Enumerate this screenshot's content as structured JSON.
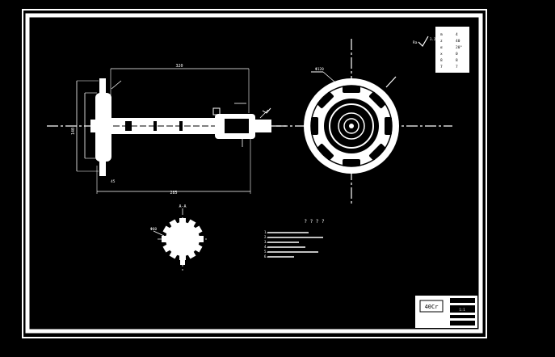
{
  "title_block": {
    "code": "40Cr",
    "scale": "1:1"
  },
  "dims": {
    "top_length": "320",
    "bottom_length": "285",
    "flange_height": "140",
    "end_note": "45",
    "section_label": "A-A",
    "section_dia": "Φ60",
    "pcd_leader": "Φ120"
  },
  "roughness": {
    "symbol": "Ra",
    "value": "3.2"
  },
  "notes": {
    "heading": "? ? ? ?",
    "lines": [
      "1.",
      "2.",
      "3.",
      "4.",
      "5.",
      "6."
    ]
  },
  "params": {
    "rows": [
      [
        "m",
        "4"
      ],
      [
        "z",
        "40"
      ],
      [
        "α",
        "20°"
      ],
      [
        "x",
        "0"
      ],
      [
        "8",
        "8"
      ],
      [
        "7",
        "7"
      ]
    ]
  }
}
